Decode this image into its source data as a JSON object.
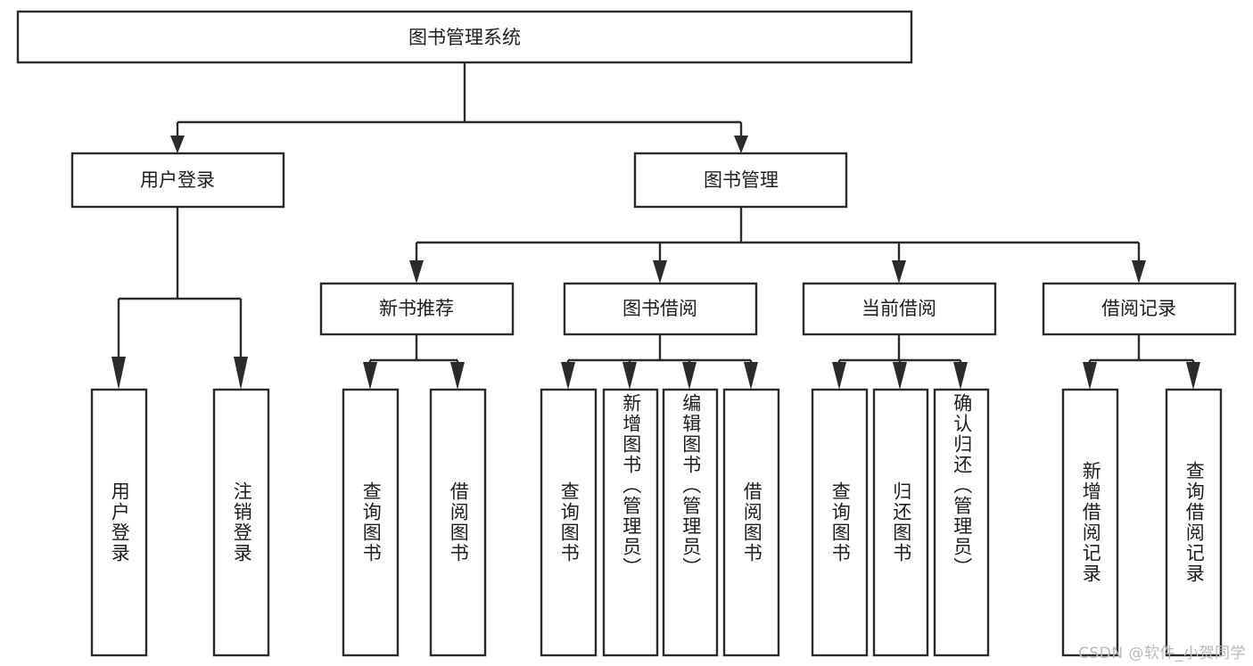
{
  "diagram": {
    "title_node": {
      "label": "图书管理系统"
    },
    "level2": [
      {
        "id": "user-login",
        "label": "用户登录"
      },
      {
        "id": "book-management",
        "label": "图书管理"
      }
    ],
    "level3": [
      {
        "id": "new-book-recommend",
        "label": "新书推荐"
      },
      {
        "id": "book-borrow",
        "label": "图书借阅"
      },
      {
        "id": "current-borrow",
        "label": "当前借阅"
      },
      {
        "id": "borrow-record",
        "label": "借阅记录"
      }
    ],
    "leaves": [
      {
        "id": "leaf-user-login",
        "label": "用户登录",
        "parent": "user-login"
      },
      {
        "id": "leaf-logout-login",
        "label": "注销登录",
        "parent": "user-login"
      },
      {
        "id": "leaf-query-book-1",
        "label": "查询图书",
        "parent": "new-book-recommend"
      },
      {
        "id": "leaf-borrow-book-1",
        "label": "借阅图书",
        "parent": "new-book-recommend"
      },
      {
        "id": "leaf-query-book-2",
        "label": "查询图书",
        "parent": "book-borrow"
      },
      {
        "id": "leaf-add-book",
        "label": "新增图书（管理员）",
        "parent": "book-borrow"
      },
      {
        "id": "leaf-edit-book",
        "label": "编辑图书（管理员）",
        "parent": "book-borrow"
      },
      {
        "id": "leaf-borrow-book-2",
        "label": "借阅图书",
        "parent": "book-borrow"
      },
      {
        "id": "leaf-query-book-3",
        "label": "查询图书",
        "parent": "current-borrow"
      },
      {
        "id": "leaf-return-book",
        "label": "归还图书",
        "parent": "current-borrow"
      },
      {
        "id": "leaf-confirm-return",
        "label": "确认归还（管理员）",
        "parent": "current-borrow"
      },
      {
        "id": "leaf-add-record",
        "label": "新增借阅记录",
        "parent": "borrow-record"
      },
      {
        "id": "leaf-query-record",
        "label": "查询借阅记录",
        "parent": "borrow-record"
      }
    ],
    "watermark": "CSDN @软件_小贺同学",
    "colors": {
      "stroke": "#2b2b2b",
      "box_fill": "#ffffff",
      "text": "#1d1d1d",
      "watermark": "#b9b9b9",
      "background": "#ffffff"
    }
  }
}
